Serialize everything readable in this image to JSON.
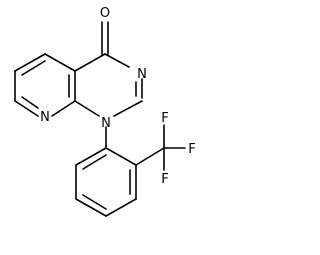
{
  "structure": {
    "atoms": {
      "oxygen": "O",
      "n_pyrimidine_top": "N",
      "n_pyridine": "N",
      "n_substituted": "N",
      "fluorine_top": "F",
      "fluorine_right": "F",
      "fluorine_bottom": "F"
    }
  }
}
